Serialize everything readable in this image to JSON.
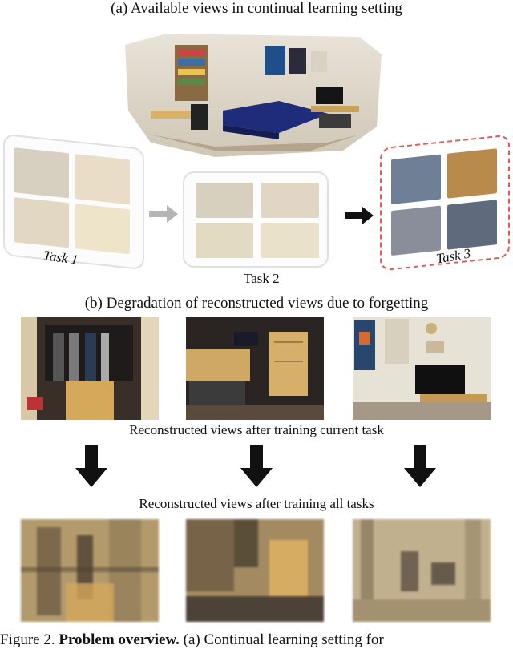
{
  "section_a": {
    "title": "(a) Available views in continual learning setting"
  },
  "tasks": [
    {
      "label": "Task 1"
    },
    {
      "label": "Task 2"
    },
    {
      "label": "Task 3"
    }
  ],
  "section_b": {
    "title": "(b) Degradation of reconstructed views due to forgetting"
  },
  "after_current_label": "Reconstructed views after training current task",
  "after_all_label": "Reconstructed views after training all tasks",
  "figure_caption": {
    "prefix": "Figure 2. ",
    "bold": "Problem overview.",
    "rest": " (a) Continual learning setting for"
  },
  "colors": {
    "task3_border": "#e05a5a",
    "card_border": "#c8c8c8",
    "arrow_dark": "#111111",
    "arrow_gray": "#b5b5b5"
  }
}
